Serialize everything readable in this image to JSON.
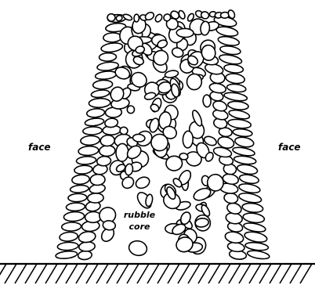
{
  "labels": {
    "face_left": "face",
    "face_right": "face",
    "core_line1": "rubble",
    "core_line2": "core"
  },
  "colors": {
    "ink": "#000000",
    "paper": "#ffffff"
  }
}
